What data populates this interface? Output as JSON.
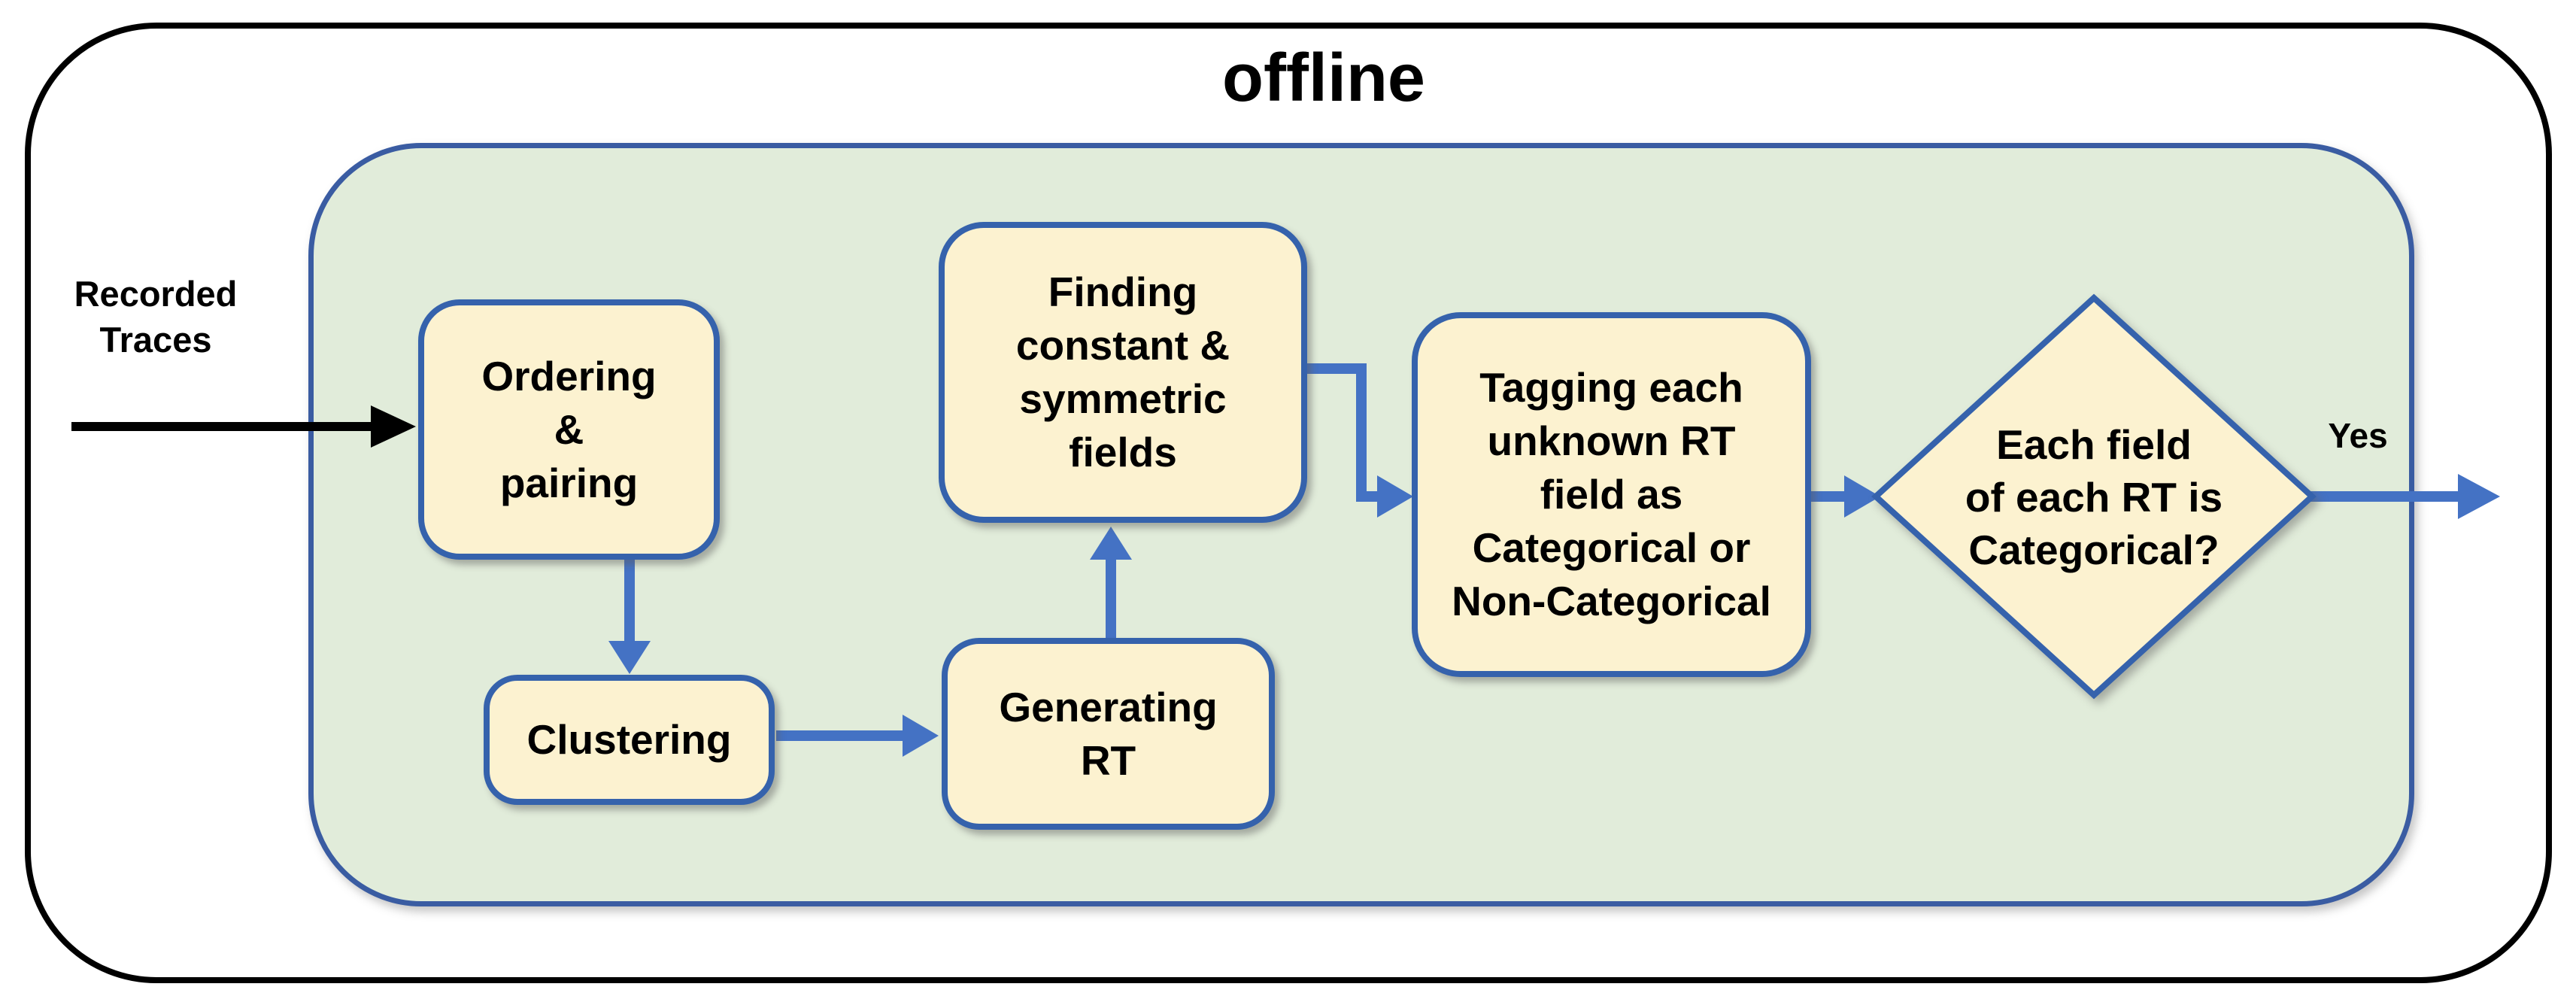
{
  "diagram_title": "offline",
  "input_label": {
    "lines": [
      "Recorded",
      "Traces"
    ]
  },
  "nodes": {
    "ordering_pairing": {
      "lines": [
        "Ordering",
        "&",
        "pairing"
      ]
    },
    "clustering": {
      "lines": [
        "Clustering"
      ]
    },
    "generating_rt": {
      "lines": [
        "Generating",
        "RT"
      ]
    },
    "finding_fields": {
      "lines": [
        "Finding",
        "constant &",
        "symmetric",
        "fields"
      ]
    },
    "tagging_fields": {
      "lines": [
        "Tagging each",
        "unknown RT",
        "field as",
        "Categorical or",
        "Non-Categorical"
      ]
    },
    "decision": {
      "lines": [
        "Each field",
        "of each RT is",
        "Categorical?"
      ]
    }
  },
  "edge_labels": {
    "yes": "Yes"
  },
  "colors": {
    "panel_fill": "#e1ecda",
    "panel_border": "#3a5ca2",
    "node_fill": "#fcf2d0",
    "node_border": "#3562ac",
    "arrow_blue": "#4472c4",
    "arrow_black": "#000000",
    "text_black": "#000000",
    "frame_border": "#000000",
    "background": "#ffffff"
  }
}
